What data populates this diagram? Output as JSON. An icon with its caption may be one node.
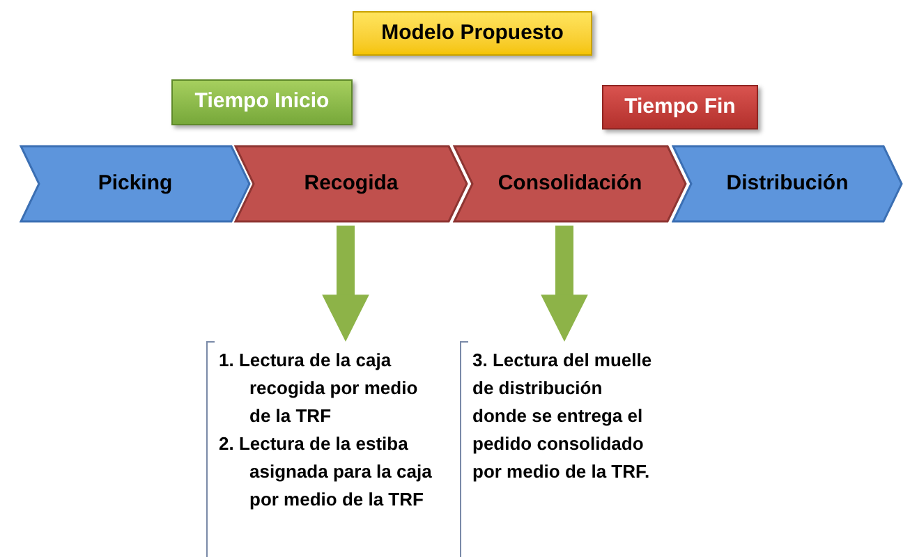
{
  "diagram": {
    "nodes": [
      {
        "text": [
          "Modelo Propuesto"
        ]
      },
      {
        "text": [
          "Tiempo Inicio"
        ]
      },
      {
        "text": [
          "Tiempo Fin"
        ]
      },
      {
        "text": [
          "Picking"
        ]
      },
      {
        "text": [
          "Recogida"
        ]
      },
      {
        "text": [
          "Consolidación"
        ]
      },
      {
        "text": [
          "Distribución"
        ]
      },
      {
        "text": [
          "1. Lectura de la caja recogida por medio de la TRF",
          "2. Lectura de la estiba asignada para la caja por medio de la TRF"
        ]
      },
      {
        "text": [
          "3. Lectura del muelle de distribución donde se entrega el pedido consolidado por medio de la TRF."
        ]
      }
    ],
    "edges": [
      {
        "from": 4,
        "to": 7,
        "arrow": "to"
      },
      {
        "from": 5,
        "to": 8,
        "arrow": "to"
      }
    ]
  }
}
